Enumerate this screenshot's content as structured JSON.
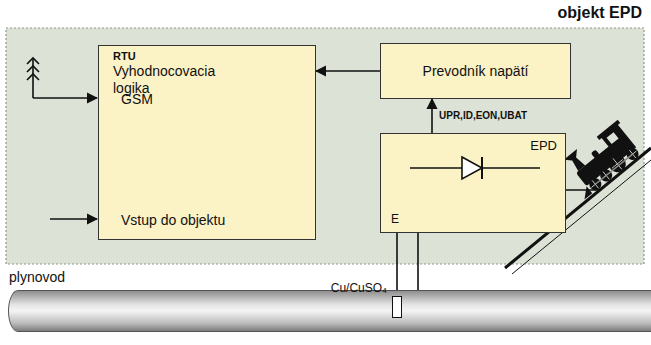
{
  "diagram": {
    "nodes": [
      {
        "text": [
          "objekt EPD"
        ]
      },
      {
        "text": [
          "RTU",
          "Vyhodnocovacia logika",
          "GSM",
          "Vstup do objektu"
        ],
        "in": 0
      },
      {
        "text": [
          "Prevodník napätí"
        ],
        "in": 0
      },
      {
        "text": [
          "EPD",
          "E"
        ],
        "in": 0
      },
      {
        "text": [
          "plynovod"
        ]
      },
      {
        "text": [
          "Cu/CuSO₄"
        ]
      }
    ],
    "edges": [
      {
        "from": 2,
        "to": 1,
        "arrow": "to"
      },
      {
        "from": 3,
        "to": 2,
        "arrow": "to",
        "label": "UPR,ID,EON,UBAT"
      },
      {
        "from": 3,
        "to": 4,
        "arrow": "none"
      },
      {
        "from": 3,
        "to": 5,
        "arrow": "none"
      }
    ]
  }
}
